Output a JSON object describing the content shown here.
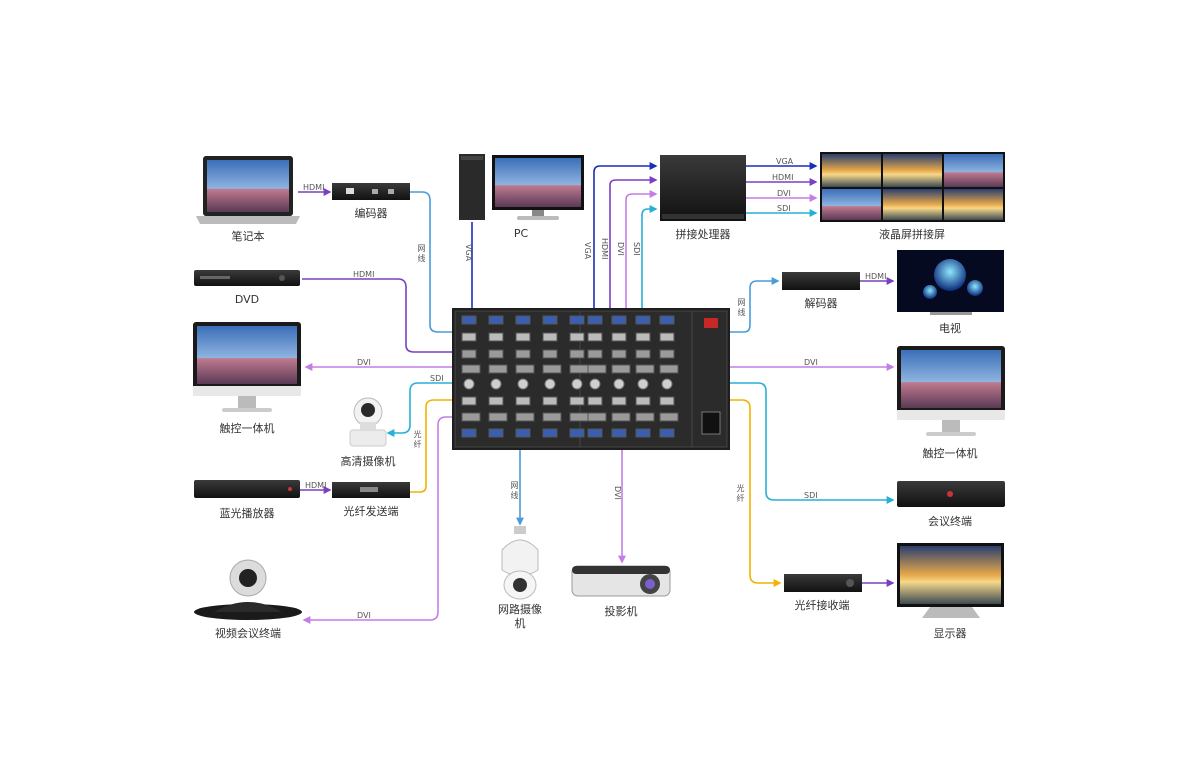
{
  "colors": {
    "hdmi": "#7a3fc2",
    "dvi": "#c37ee6",
    "network": "#4a9bd8",
    "sdi": "#27b0d6",
    "fiber": "#f0b400",
    "vga": "#1a2fb8"
  },
  "devices": {
    "laptop": "笔记本",
    "encoder": "编码器",
    "pc": "PC",
    "splice_processor": "拼接处理器",
    "lcd_wall": "液晶屏拼接屏",
    "dvd": "DVD",
    "decoder": "解码器",
    "tv": "电视",
    "touch_pc_left": "触控一体机",
    "touch_pc_right": "触控一体机",
    "hd_camera": "高清摄像机",
    "bluray": "蓝光播放器",
    "fiber_tx": "光纤发送端",
    "video_conf_terminal": "视频会议终端",
    "network_camera": "网路摄像机",
    "projector": "投影机",
    "conference_terminal": "会议终端",
    "fiber_rx": "光纤接收端",
    "monitor": "显示器"
  },
  "wire_labels": {
    "laptop_encoder": "HDMI",
    "encoder_net": "网线",
    "pc_vga": "VGA",
    "out_vga": "VGA",
    "out_hdmi": "HDMI",
    "out_dvi": "DVI",
    "out_sdi": "SDI",
    "proc_vga": "VGA",
    "proc_hdmi": "HDMI",
    "proc_dvi": "DVI",
    "proc_sdi": "SDI",
    "dvd_hdmi": "HDMI",
    "decoder_net": "网线",
    "decoder_hdmi": "HDMI",
    "touch_left_dvi": "DVI",
    "touch_right_dvi": "DVI",
    "camera_sdi": "SDI",
    "camera_fiber": "光纤",
    "bluray_hdmi": "HDMI",
    "netcam_net": "网线",
    "projector_dvi": "DVI",
    "conf_sdi": "SDI",
    "fiber_rx_fiber": "光纤",
    "vconf_dvi": "DVI"
  }
}
